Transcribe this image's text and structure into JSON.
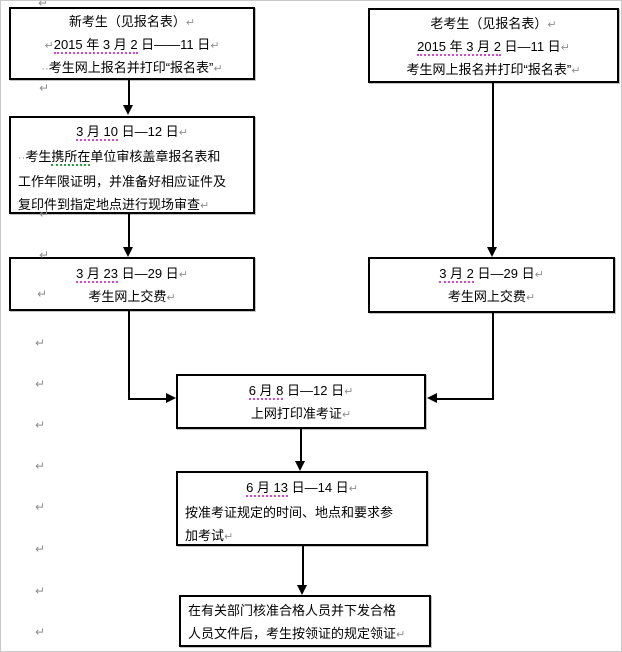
{
  "marks": {
    "pilcrow": "↵",
    "space_dots": "··"
  },
  "colors": {
    "line": "#000000",
    "box_border": "#000000",
    "background": "#ffffff",
    "format_mark": "#909090",
    "grammar_purple": "#cf4ccf",
    "grammar_green": "#2f9e44"
  },
  "flowchart": {
    "new_candidate": {
      "title_line": "新考生（见报名表）",
      "date_underlined": "2015 年 3 月 2",
      "date_rest": " 日——11 日",
      "action_line": "考生网上报名并打印“报名表”"
    },
    "old_candidate": {
      "title_line": "老考生（见报名表）",
      "date_underlined": "2015 年 3 月 2",
      "date_rest": " 日—11 日",
      "action_line": "考生网上报名并打印“报名表”"
    },
    "onsite_review": {
      "date_underlined": "3 月 10",
      "date_rest": " 日—12 日",
      "body_pre": "考生",
      "body_green": "携所在",
      "body_rest": "单位审核盖章报名表和",
      "body_line2": "工作年限证明，并准备好相应证件及",
      "body_line3": "复印件到指定地点进行现场审查"
    },
    "pay_new": {
      "date_underlined": "3 月 23",
      "date_rest": " 日—29 日",
      "action_line": "考生网上交费"
    },
    "pay_old": {
      "date_underlined": "3 月 2",
      "date_rest": " 日—29 日",
      "action_line": "考生网上交费"
    },
    "print_ticket": {
      "date_underlined": "6 月 8",
      "date_rest": " 日—12 日",
      "action_line": "上网打印准考证"
    },
    "take_exam": {
      "date_underlined": "6 月 13",
      "date_rest": " 日—14 日",
      "body_line1": "按准考证规定的时间、地点和要求参",
      "body_line2": "加考试"
    },
    "certificate": {
      "body_line1": "在有关部门核准合格人员并下发合格",
      "body_line2": "人员文件后，考生按领证的规定领证"
    }
  }
}
